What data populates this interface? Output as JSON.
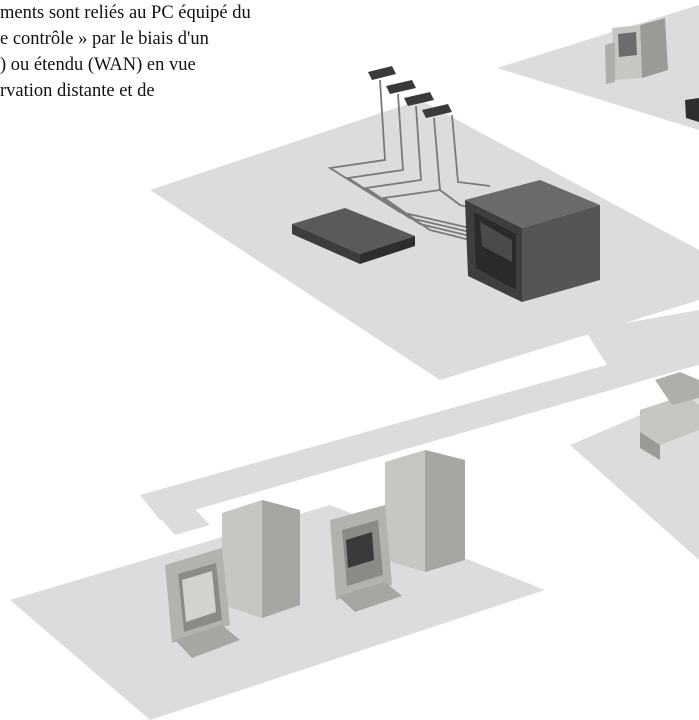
{
  "caption": {
    "lines": [
      "ments sont reliés au PC équipé du",
      "e contrôle » par le biais d'un",
      ") ou étendu (WAN) en vue",
      "rvation distante et de"
    ]
  },
  "colors": {
    "floor": "#dcdcdc",
    "dark_device": "#4a4a4a",
    "pc_beige": "#c8c6c2",
    "pc_shadow": "#9c9a96",
    "cable": "#7a7a7a"
  },
  "icons": [
    "camera-icon",
    "dvr-recorder-icon",
    "monitor-icon",
    "desktop-pc-icon",
    "printer-icon",
    "network-cable-icon"
  ]
}
